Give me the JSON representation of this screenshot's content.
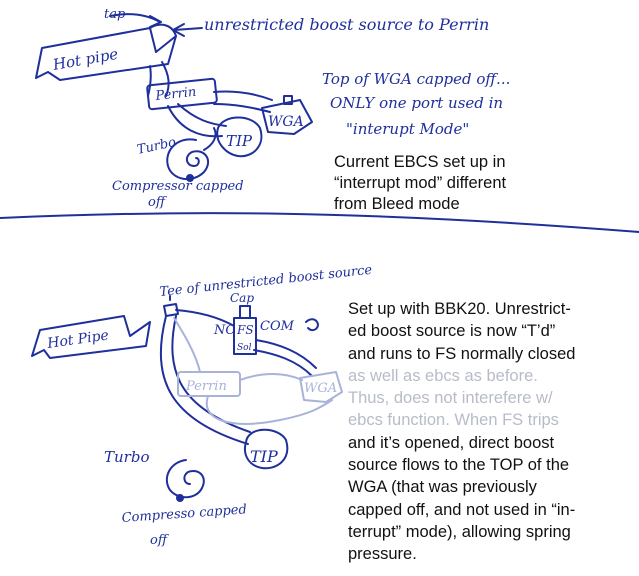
{
  "colors": {
    "ink": "#1f2f9c",
    "ink_faded": "#a9b3da",
    "text": "#111111",
    "text_faded": "#b7bcc8"
  },
  "top": {
    "labels": {
      "tap": "tap",
      "hot_pipe": "Hot pipe",
      "unrestricted": "unrestricted boost source to Perrin",
      "perrin": "Perrin",
      "wga": "WGA",
      "tip": "TIP",
      "turbo": "Turbo",
      "compressor": "Compressor capped",
      "compressor_off": "off",
      "note_line1": "Top of WGA capped off...",
      "note_line2": "ONLY one port used in",
      "note_line3": "\"interupt Mode\""
    },
    "description": [
      "Current EBCS set up in",
      "“interrupt mod” different",
      "from Bleed mode"
    ]
  },
  "bottom": {
    "labels": {
      "tee": "Tee of unrestricted boost source",
      "cap": "Cap",
      "hot_pipe": "Hot Pipe",
      "nc": "NC",
      "fs": "FS",
      "sol": "Sol",
      "com": "COM",
      "perrin": "Perrin",
      "wga": "WGA",
      "turbo": "Turbo",
      "tip": "TIP",
      "compressor": "Compresso capped",
      "compressor_off": "off"
    },
    "description": [
      {
        "text": "Set up with BBK20.  Unrestrict-",
        "faded": false
      },
      {
        "text": "ed boost source is now “T’d”",
        "faded": false
      },
      {
        "text": "and runs to FS normally closed",
        "faded": false
      },
      {
        "text": "as well as ebcs as before.",
        "faded": true
      },
      {
        "text": "Thus, does not interefere w/",
        "faded": true
      },
      {
        "text": "ebcs function.  When FS trips",
        "faded": true
      },
      {
        "text": "and it’s opened, direct boost",
        "faded": false
      },
      {
        "text": "source flows to the TOP of the",
        "faded": false
      },
      {
        "text": "WGA (that was previously",
        "faded": false
      },
      {
        "text": "capped off, and not used in “in-",
        "faded": false
      },
      {
        "text": "terrupt” mode), allowing spring",
        "faded": false
      },
      {
        "text": "pressure.",
        "faded": false
      }
    ]
  }
}
